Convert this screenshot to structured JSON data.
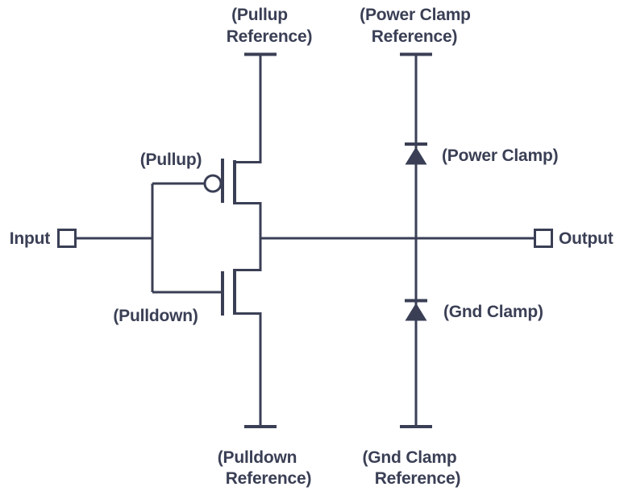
{
  "diagram": {
    "kind": "io-buffer-circuit-schematic",
    "ink_color": "#3A3F55",
    "background_color": "#FFFFFF",
    "terminals": {
      "input": {
        "label": "Input",
        "symbol": "square-pin"
      },
      "output": {
        "label": "Output",
        "symbol": "square-pin"
      }
    },
    "rails": {
      "pullup_reference": {
        "line1": "(Pullup",
        "line2": "Reference)"
      },
      "power_clamp_reference": {
        "line1": "(Power Clamp",
        "line2": "Reference)"
      },
      "pulldown_reference": {
        "line1": "(Pulldown",
        "line2": "Reference)"
      },
      "gnd_clamp_reference": {
        "line1": "(Gnd Clamp",
        "line2": "Reference)"
      }
    },
    "devices": {
      "pullup": {
        "label": "(Pullup)",
        "symbol": "pmos-transistor"
      },
      "pulldown": {
        "label": "(Pulldown)",
        "symbol": "nmos-transistor"
      },
      "power_clamp": {
        "label": "(Power Clamp)",
        "symbol": "diode-pointing-up"
      },
      "gnd_clamp": {
        "label": "(Gnd Clamp)",
        "symbol": "diode-pointing-up"
      }
    }
  }
}
